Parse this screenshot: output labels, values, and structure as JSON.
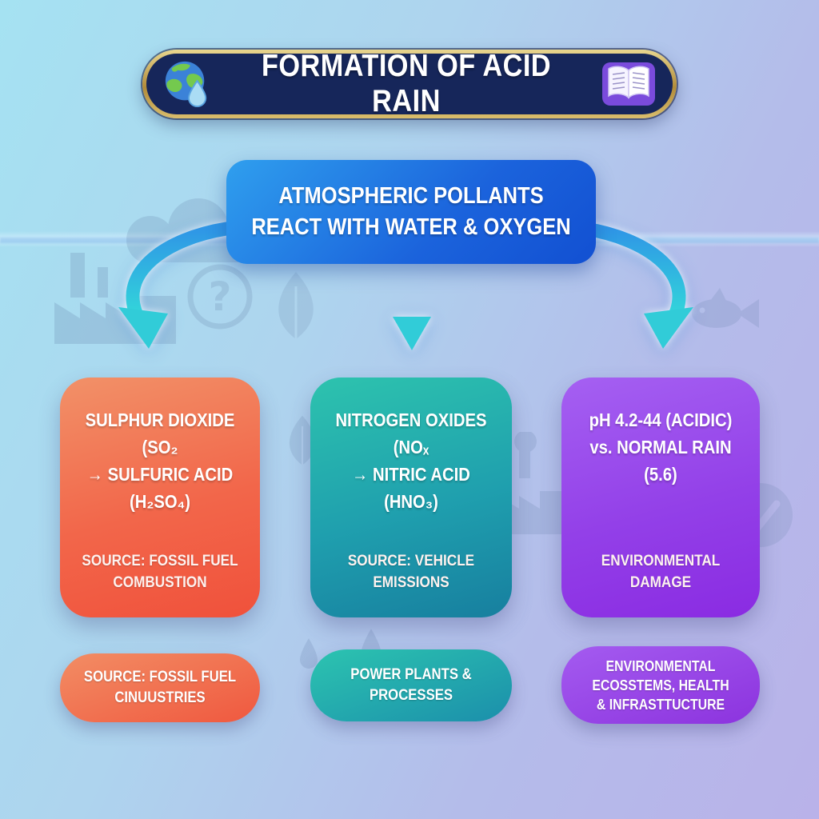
{
  "header": {
    "title": "FORMATION OF ACID RAIN",
    "background_color": "#16265a",
    "border_color": "#c9a84c",
    "icons": {
      "left": "earth-with-droplet-icon",
      "right": "open-book-icon"
    }
  },
  "top_box": {
    "line1": "ATMOSPHERIC POLLANTS",
    "line2": "REACT WITH WATER & OXYGEN",
    "color_from": "#2f9fee",
    "color_to": "#1250d2"
  },
  "arrows": {
    "style": "cyan-glow",
    "color_from": "#2f96e6",
    "color_to": "#32d6da"
  },
  "columns": [
    {
      "name": "sulphur-dioxide",
      "accent_from": "#f29168",
      "accent_to": "#f0513b",
      "title": {
        "line1": "SULPHUR DIOXIDE (SO₂",
        "line2": "→ SULFURIC ACID (H₂SO₄)"
      },
      "subtext": {
        "line1": "SOURCE: FOSSIL FUEL",
        "line2": "COMBUSTION"
      },
      "pill": {
        "line1": "SOURCE: FOSSIL FUEL",
        "line2": "CINUUSTRIES"
      }
    },
    {
      "name": "nitrogen-oxides",
      "accent_from": "#2dc3ae",
      "accent_to": "#177f9f",
      "title": {
        "line1": "NITROGEN OXIDES (NOₓ",
        "line2": "→ NITRIC ACID (HNO₃)"
      },
      "subtext": {
        "line1": "SOURCE: VEHICLE",
        "line2": "EMISSIONS"
      },
      "pill": {
        "line1": "POWER PLANTS &",
        "line2": "PROCESSES"
      }
    },
    {
      "name": "ph-acidity",
      "accent_from": "#a560f2",
      "accent_to": "#8a2be2",
      "title": {
        "line1": "pH 4.2-44 (ACIDIC)",
        "line2": "vs. NORMAL RAIN (5.6)"
      },
      "subtext": {
        "line1": "ENVIRONMENTAL",
        "line2": "DAMAGE"
      },
      "pill": {
        "line1": "ENVIRONMENTAL",
        "line2": "ECOSSTEMS, HEALTH",
        "line3": "& INFRASTTUCTURE"
      }
    }
  ],
  "background_watermarks": [
    "cloud-icon",
    "factory-icon",
    "question-mark-icon",
    "leaf-icon",
    "fish-icon",
    "checkmark-circle-icon",
    "water-drop-icon"
  ]
}
